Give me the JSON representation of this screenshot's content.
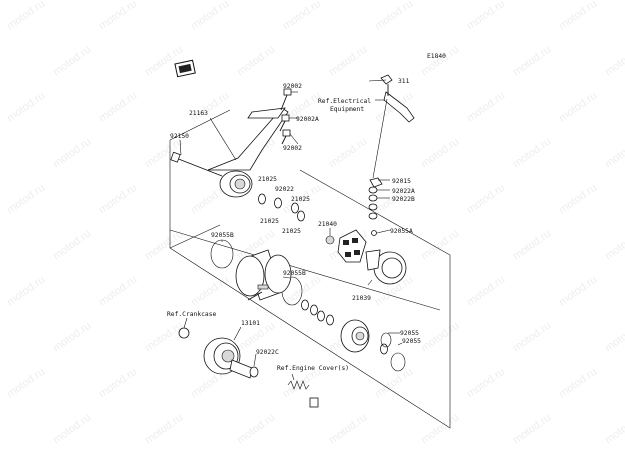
{
  "diagram": {
    "code": "E1840",
    "watermark": "motod.ru",
    "references": {
      "electrical": [
        "Ref.Electrical",
        "Equipment"
      ],
      "crankcase": "Ref.Crankcase",
      "engine_cover": "Ref.Engine Cover(s)"
    },
    "parts": {
      "p311": "311",
      "p92002_top": "92002",
      "p92002A": "92002A",
      "p92002_b": "92002",
      "p21163": "21163",
      "p92150": "92150",
      "p92015": "92015",
      "p92022A": "92022A",
      "p92022B": "92022B",
      "p21025_1": "21025",
      "p92022": "92022",
      "p21025_2": "21025",
      "p21025_3": "21025",
      "p21025_4": "21025",
      "p21040": "21040",
      "p92055A": "92055A",
      "p92055B_1": "92055B",
      "p92055B_2": "92055B",
      "p21039": "21039",
      "p13101": "13101",
      "p92022C": "92022C",
      "p92055_1": "92055",
      "p92055_2": "92055"
    }
  }
}
